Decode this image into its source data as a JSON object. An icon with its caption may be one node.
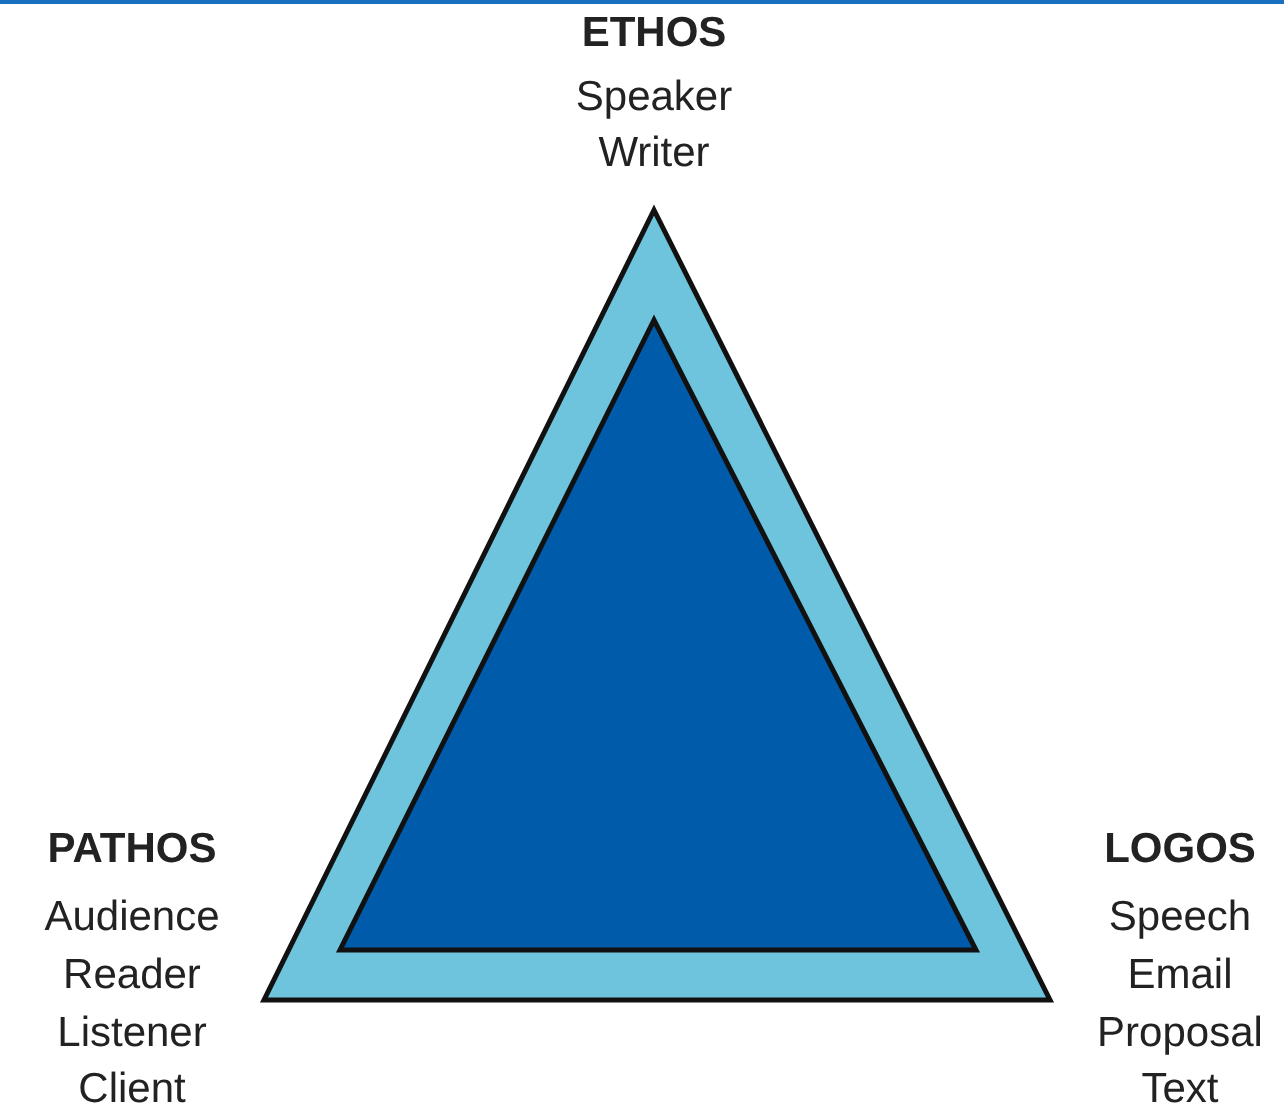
{
  "diagram": {
    "labels": [
      "ETHOS",
      "Speaker",
      "Writer",
      "PATHOS",
      "Audience",
      "Reader",
      "Listener",
      "Client",
      "LOGOS",
      "Speech",
      "Email",
      "Proposal",
      "Text"
    ]
  }
}
